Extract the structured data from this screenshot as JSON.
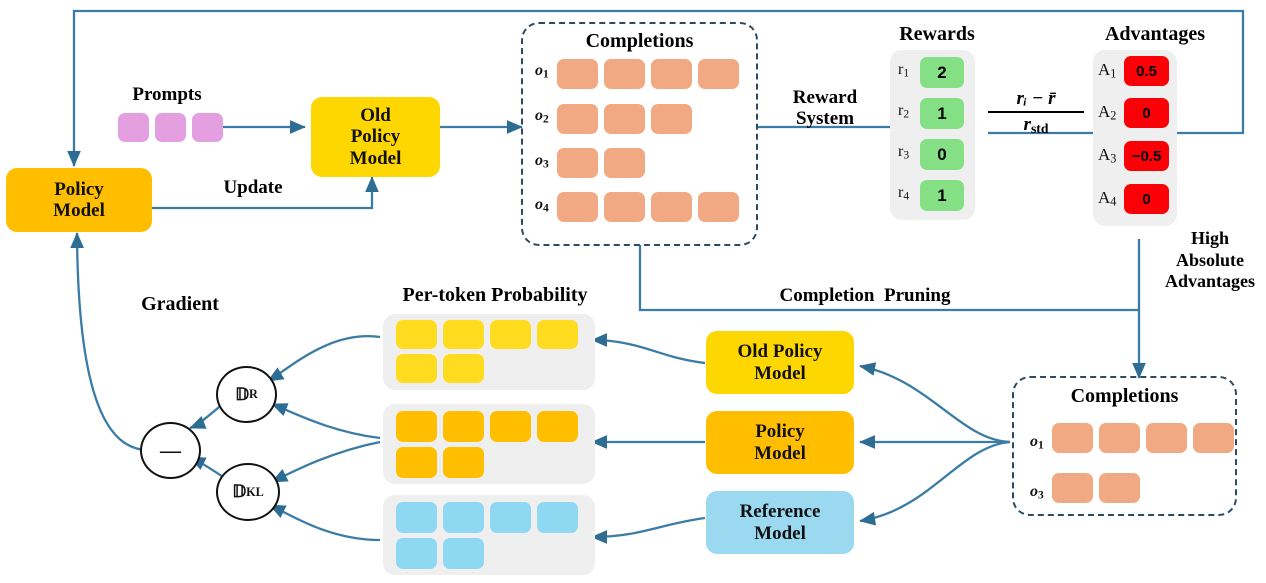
{
  "diagram": {
    "title": "GRPO with completion pruning flow diagram",
    "colors": {
      "wire": "#3a7ca5",
      "wire_dark": "#2d6d93",
      "dashed_border": "#2d4a63",
      "prompt_token": "#e39fe0",
      "completion_token": "#f1a983",
      "old_policy_model": "#ffd700",
      "policy_model": "#ffbf00",
      "reference_model": "#9bd9f0",
      "reward_value": "#85e085",
      "advantage_value": "#fb0007",
      "tray_gray": "#efeff0",
      "prob_old_policy": "#ffdc1f",
      "prob_policy": "#ffbf00",
      "prob_reference": "#8fd8f2"
    }
  },
  "labels": {
    "prompts": "Prompts",
    "update": "Update",
    "reward_system": "Reward\nSystem",
    "rewards": "Rewards",
    "advantages": "Advantages",
    "completions_top": "Completions",
    "completions_bottom": "Completions",
    "completion_pruning": "Completion  Pruning",
    "high_absolute_advantages": "High\nAbsolute\nAdvantages",
    "gradient": "Gradient",
    "per_token_probability": "Per-token Probability"
  },
  "models": {
    "policy_model": "Policy\nModel",
    "old_policy_model": "Old\nPolicy\nModel",
    "old_policy_model_bottom": "Old Policy\nModel",
    "policy_model_bottom": "Policy\nModel",
    "reference_model": "Reference\nModel"
  },
  "formula": {
    "numerator": "rᵢ − r̄",
    "denominator": "r",
    "denominator_sub": "std"
  },
  "prompts": {
    "count": 3,
    "tokens": [
      "",
      "",
      ""
    ]
  },
  "completions_top": {
    "rows": [
      {
        "label": "o",
        "index": "1",
        "tokens": 4
      },
      {
        "label": "o",
        "index": "2",
        "tokens": 3
      },
      {
        "label": "o",
        "index": "3",
        "tokens": 2
      },
      {
        "label": "o",
        "index": "4",
        "tokens": 4
      }
    ]
  },
  "completions_bottom": {
    "rows": [
      {
        "label": "o",
        "index": "1",
        "tokens": 4
      },
      {
        "label": "o",
        "index": "3",
        "tokens": 2
      }
    ]
  },
  "rewards": {
    "title": "Rewards",
    "items": [
      {
        "name": "r",
        "index": "1",
        "value": "2"
      },
      {
        "name": "r",
        "index": "2",
        "value": "1"
      },
      {
        "name": "r",
        "index": "3",
        "value": "0"
      },
      {
        "name": "r",
        "index": "4",
        "value": "1"
      }
    ]
  },
  "advantages": {
    "title": "Advantages",
    "items": [
      {
        "name": "A",
        "index": "1",
        "value": "0.5"
      },
      {
        "name": "A",
        "index": "2",
        "value": "0"
      },
      {
        "name": "A",
        "index": "3",
        "value": "−0.5"
      },
      {
        "name": "A",
        "index": "4",
        "value": "0"
      }
    ]
  },
  "gradient_ops": {
    "divergence_r": "𝔻",
    "divergence_r_sub": "R",
    "minus": "—",
    "divergence_kl": "𝔻",
    "divergence_kl_sub": "KL"
  },
  "per_token_probability": {
    "title": "Per-token Probability",
    "blocks": [
      {
        "name": "old-policy-probabilities",
        "top_row": 4,
        "bottom_row": 2,
        "color": "#ffdc1f"
      },
      {
        "name": "policy-probabilities",
        "top_row": 4,
        "bottom_row": 2,
        "color": "#ffbf00"
      },
      {
        "name": "reference-probabilities",
        "top_row": 4,
        "bottom_row": 2,
        "color": "#8fd8f2"
      }
    ]
  }
}
